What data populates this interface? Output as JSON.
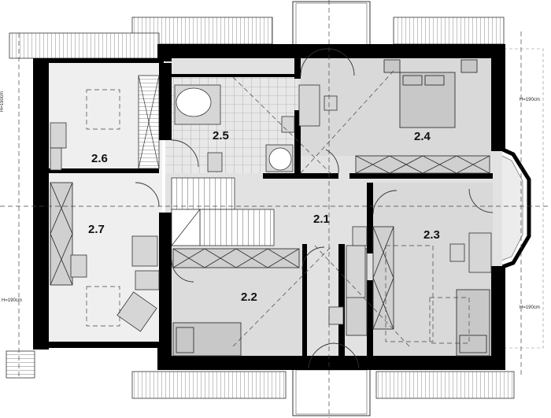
{
  "rooms": {
    "r21": "2.1",
    "r22": "2.2",
    "r23": "2.3",
    "r24": "2.4",
    "r25": "2.5",
    "r26": "2.6",
    "r27": "2.7"
  },
  "height_marks": {
    "top_left": "H=190cm",
    "bottom_left": "H=190cm",
    "top_right": "H=190cm",
    "bottom_right": "H=190cm"
  },
  "colors": {
    "wall": "#000000",
    "floor_light": "#e4e4e4",
    "floor_dark": "#d4d4d4",
    "tile_grid": "#9a9a9a",
    "line": "#333333"
  }
}
